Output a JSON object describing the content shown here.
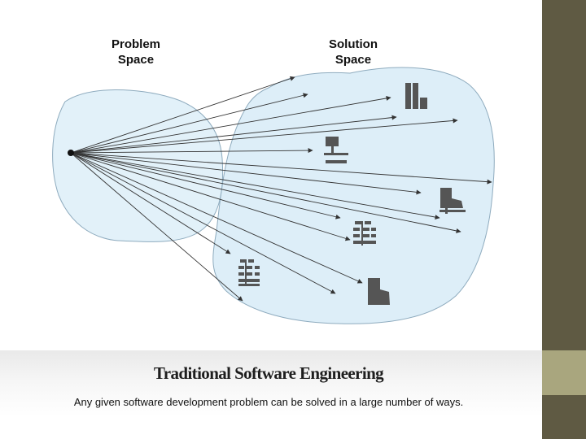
{
  "labels": {
    "problem_space": [
      "Problem",
      "Space"
    ],
    "solution_space": [
      "Solution",
      "Space"
    ]
  },
  "caption": {
    "title": "Traditional Software Engineering",
    "body": "Any given software development problem can be solved in a large number of ways."
  },
  "icons": [
    "bar-chart-icon",
    "org-chart-icon",
    "boot-icon",
    "grid-icon",
    "small-grid-icon",
    "boot-icon"
  ],
  "colors": {
    "accent_dark": "#5f5a43",
    "accent_light": "#a9a67e",
    "space_fill": "#ddeef8",
    "space_stroke": "#8eabbe",
    "arrow": "#333333",
    "icon": "#555555"
  }
}
